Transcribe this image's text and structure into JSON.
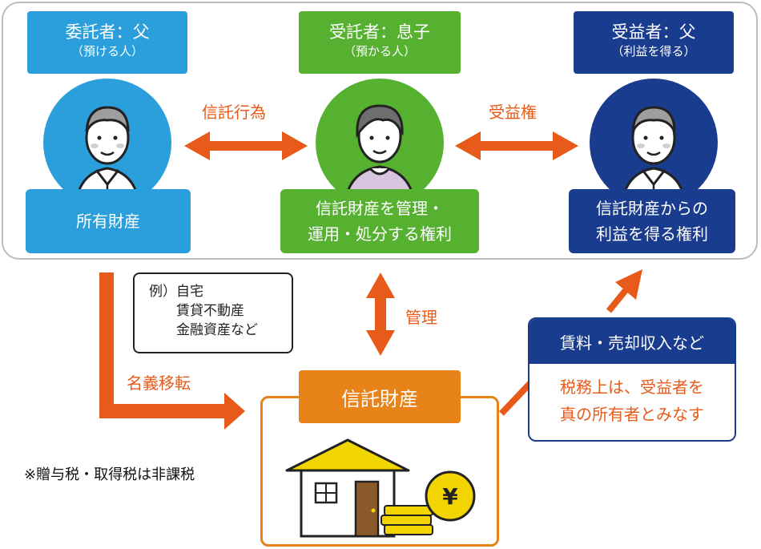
{
  "settlor": {
    "title": "委託者：父",
    "sub": "（預ける人）",
    "asset": "所有財産"
  },
  "trustee": {
    "title": "受託者：息子",
    "sub": "（預かる人）",
    "right_line1": "信託財産を管理・",
    "right_line2": "運用・処分する権利"
  },
  "beneficiary": {
    "title": "受益者：父",
    "sub": "（利益を得る）",
    "right_line1": "信託財産からの",
    "right_line2": "利益を得る権利"
  },
  "arrows": {
    "trust_act": "信託行為",
    "beneficial_right": "受益権",
    "management": "管理",
    "title_transfer": "名義移転"
  },
  "example": {
    "line1": "例）自宅",
    "line2": "賃貸不動産",
    "line3": "金融資産など"
  },
  "trust_property": {
    "title": "信託財産",
    "coin_symbol": "¥"
  },
  "income": {
    "header": "賃料・売却収入など",
    "line1": "税務上は、受益者を",
    "line2": "真の所有者とみなす"
  },
  "note": "※贈与税・取得税は非課税",
  "colors": {
    "blue": "#2b9fdc",
    "green": "#56b131",
    "navy": "#1a3c8f",
    "orange": "#e85a1a",
    "amber": "#e8831a"
  }
}
